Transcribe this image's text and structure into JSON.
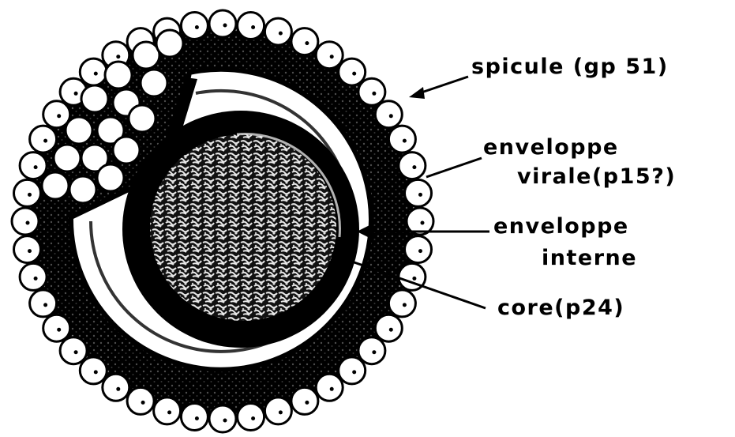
{
  "labels": {
    "spicule": "spicule (gp 51)",
    "enveloppe_virale_line1": "enveloppe",
    "enveloppe_virale_line2": "virale(p15?)",
    "enveloppe_interne_line1": "enveloppe",
    "enveloppe_interne_line2": "interne",
    "core": "core(p24)"
  }
}
